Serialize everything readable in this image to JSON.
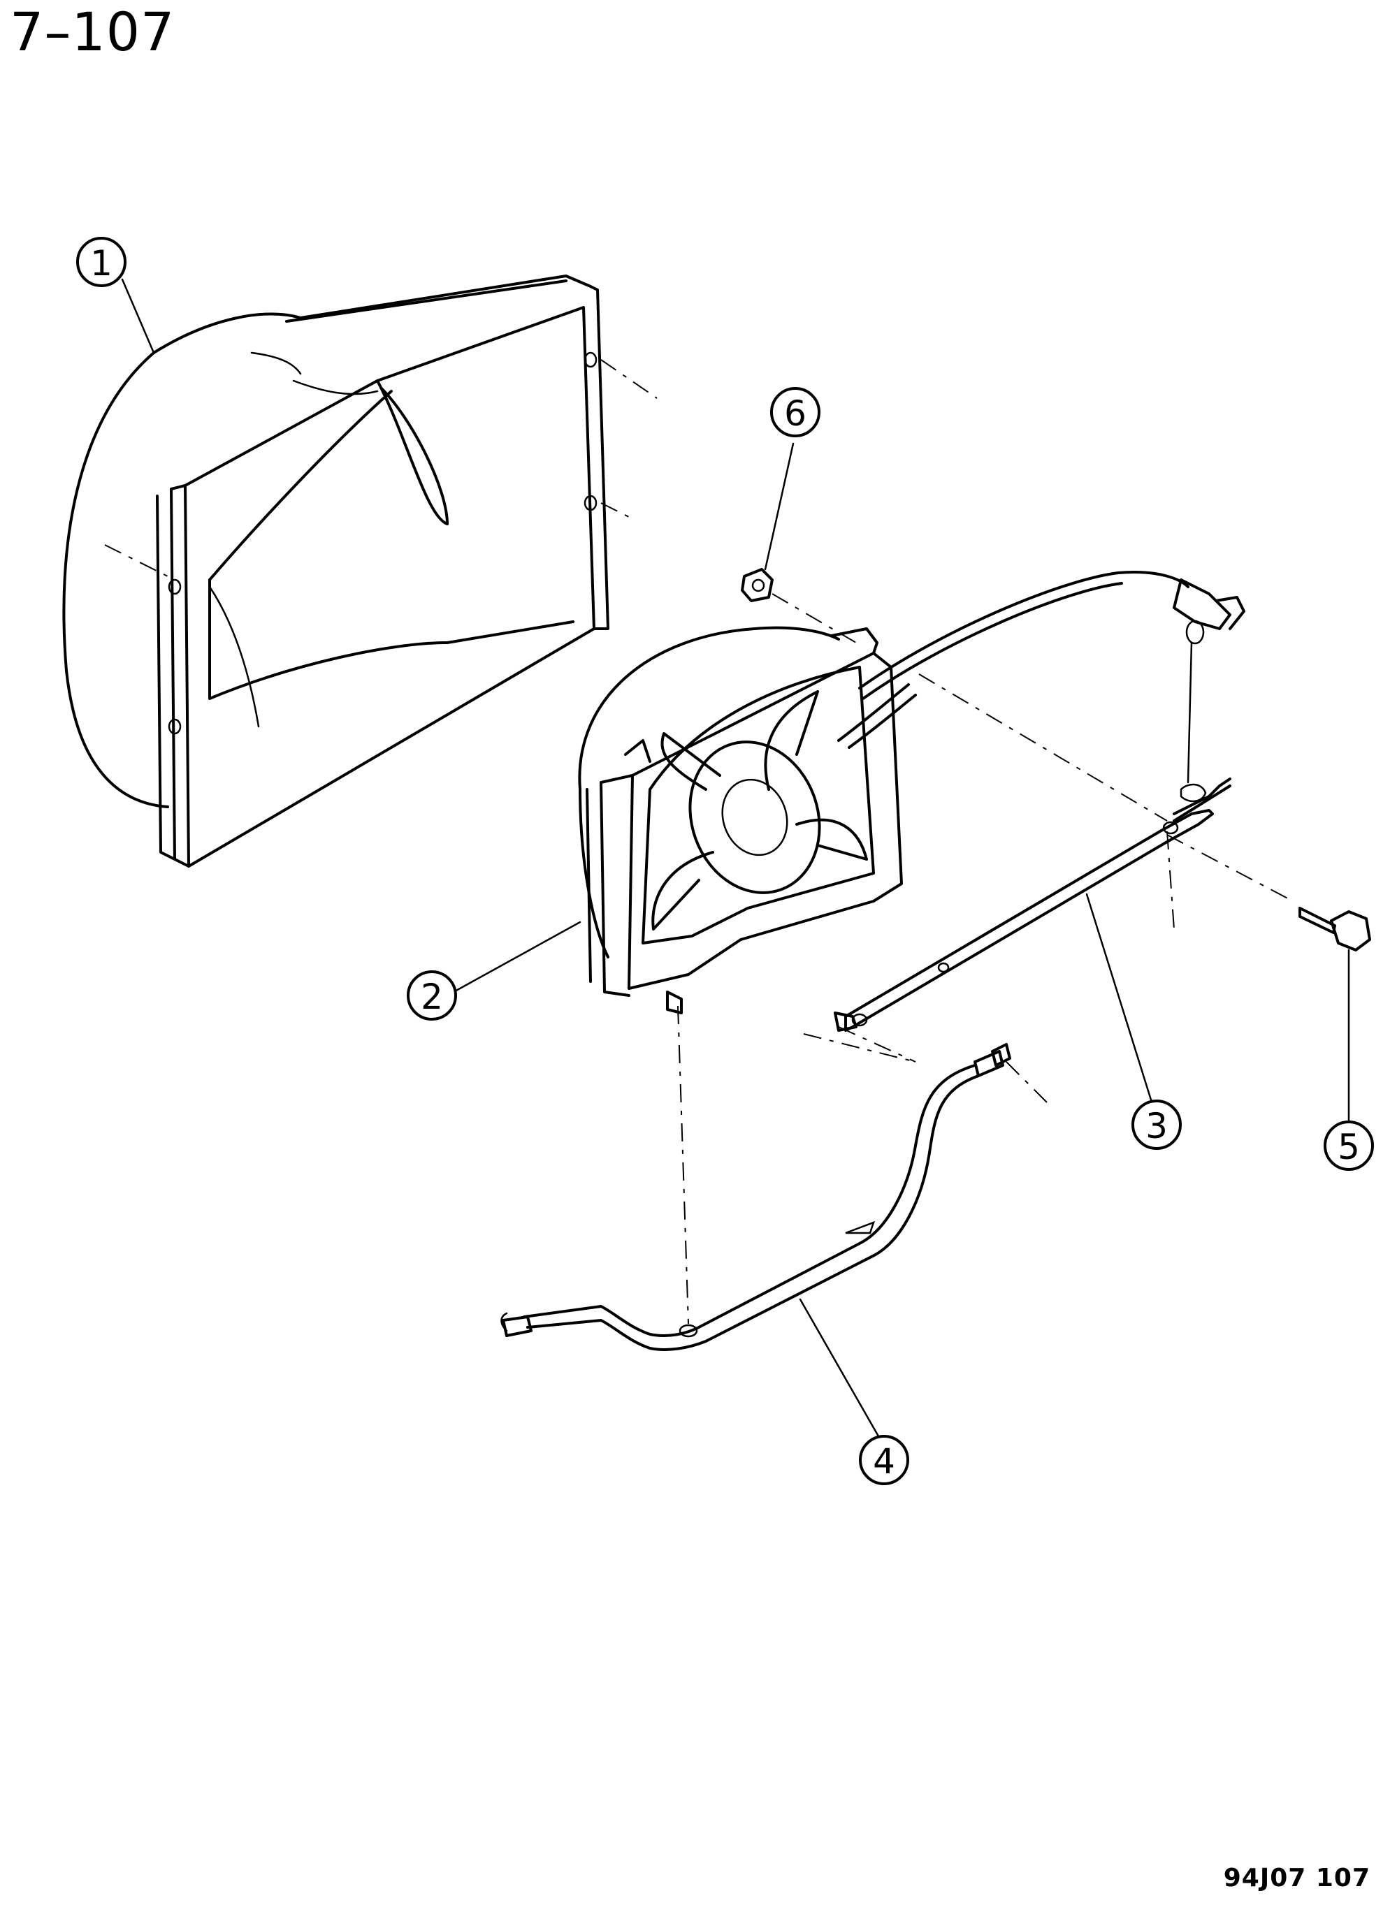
{
  "header": {
    "page_number": "7–107"
  },
  "footer": {
    "drawing_code": "94J07 107"
  },
  "callouts": [
    {
      "id": "1",
      "label": "1"
    },
    {
      "id": "2",
      "label": "2"
    },
    {
      "id": "3",
      "label": "3"
    },
    {
      "id": "4",
      "label": "4"
    },
    {
      "id": "5",
      "label": "5"
    },
    {
      "id": "6",
      "label": "6"
    }
  ],
  "parts": [
    {
      "callout": "1",
      "name": "shroud"
    },
    {
      "callout": "2",
      "name": "fan-assembly"
    },
    {
      "callout": "3",
      "name": "upper-bracket"
    },
    {
      "callout": "4",
      "name": "lower-bracket"
    },
    {
      "callout": "5",
      "name": "bolt"
    },
    {
      "callout": "6",
      "name": "nut"
    }
  ]
}
